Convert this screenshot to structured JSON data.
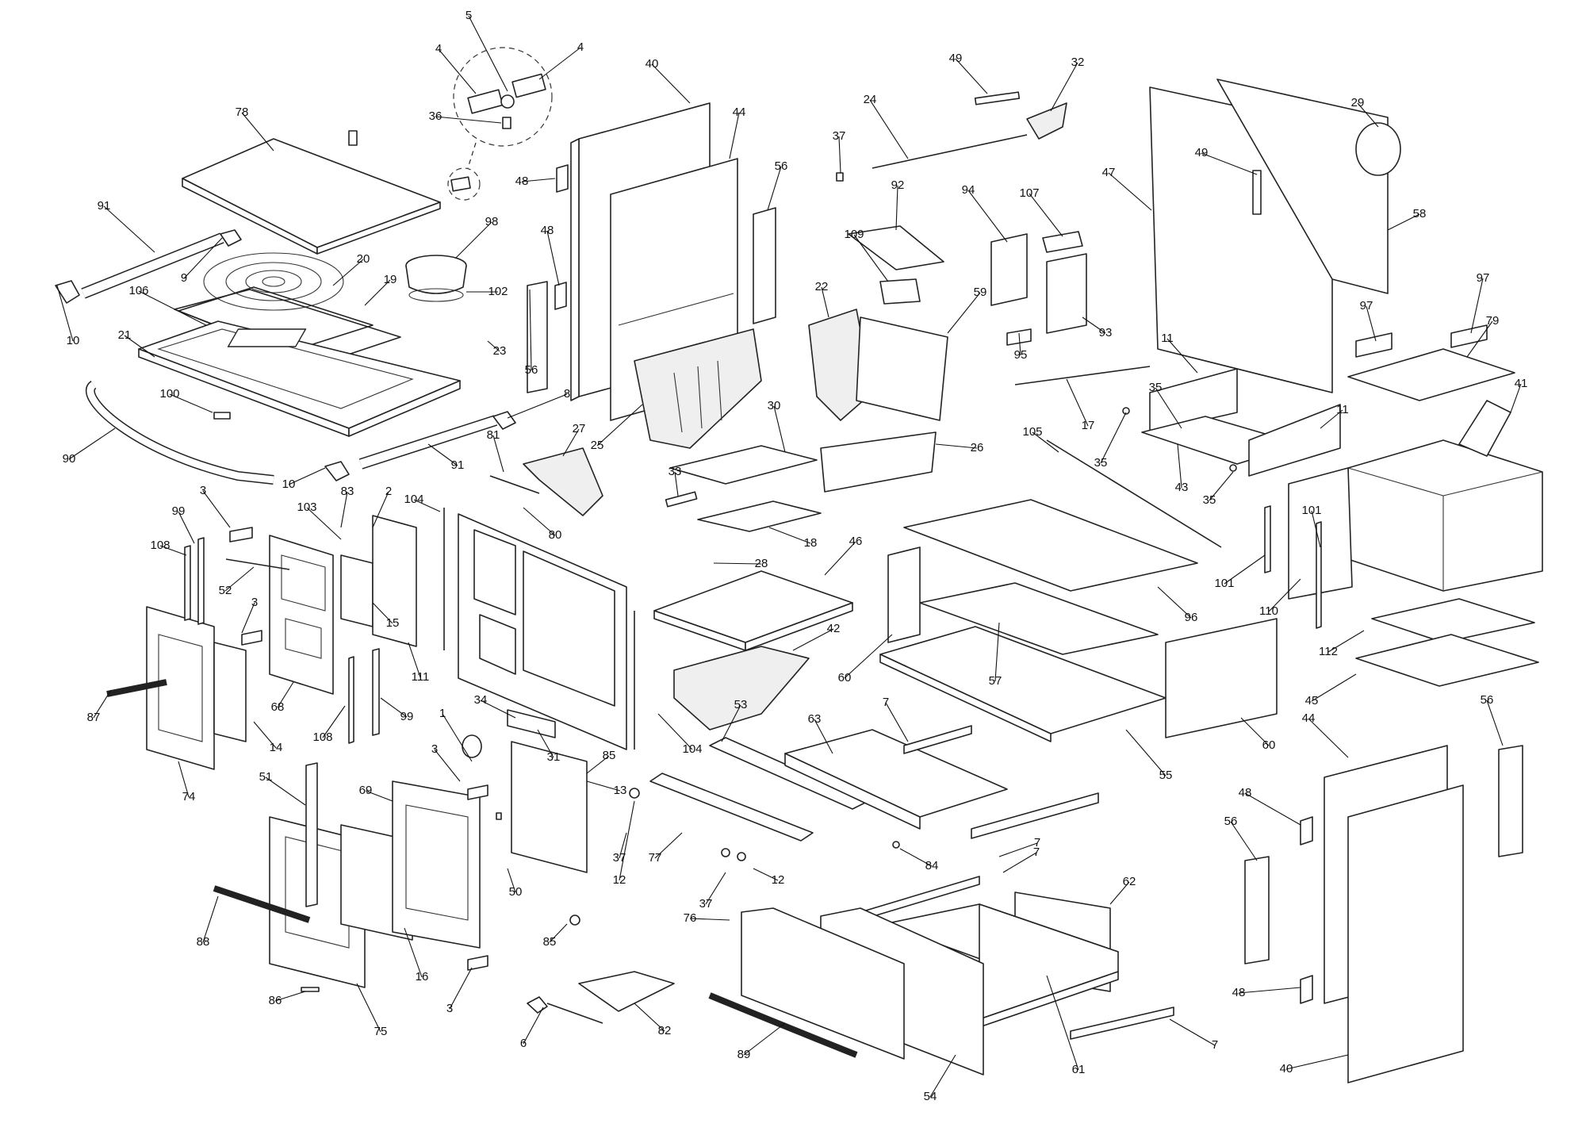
{
  "callouts": [
    "4",
    "5",
    "4",
    "36",
    "78",
    "40",
    "44",
    "48",
    "48",
    "56",
    "56",
    "37",
    "24",
    "49",
    "32",
    "92",
    "94",
    "107",
    "109",
    "59",
    "22",
    "95",
    "93",
    "47",
    "49",
    "29",
    "58",
    "97",
    "97",
    "79",
    "41",
    "91",
    "9",
    "10",
    "20",
    "19",
    "98",
    "102",
    "106",
    "21",
    "23",
    "100",
    "90",
    "8",
    "10",
    "91",
    "11",
    "17",
    "35",
    "35",
    "11",
    "43",
    "35",
    "25",
    "27",
    "30",
    "26",
    "81",
    "33",
    "18",
    "28",
    "80",
    "105",
    "96",
    "101",
    "110",
    "101",
    "112",
    "45",
    "3",
    "103",
    "83",
    "2",
    "104",
    "99",
    "108",
    "52",
    "3",
    "15",
    "46",
    "42",
    "60",
    "57",
    "55",
    "60",
    "87",
    "74",
    "14",
    "68",
    "108",
    "99",
    "111",
    "34",
    "1",
    "31",
    "104",
    "63",
    "7",
    "53",
    "3",
    "85",
    "13",
    "37",
    "12",
    "77",
    "84",
    "7",
    "51",
    "69",
    "50",
    "37",
    "12",
    "7",
    "62",
    "88",
    "16",
    "3",
    "85",
    "86",
    "75",
    "6",
    "82",
    "76",
    "89",
    "54",
    "61",
    "7",
    "44",
    "48",
    "56",
    "56",
    "48",
    "40"
  ]
}
